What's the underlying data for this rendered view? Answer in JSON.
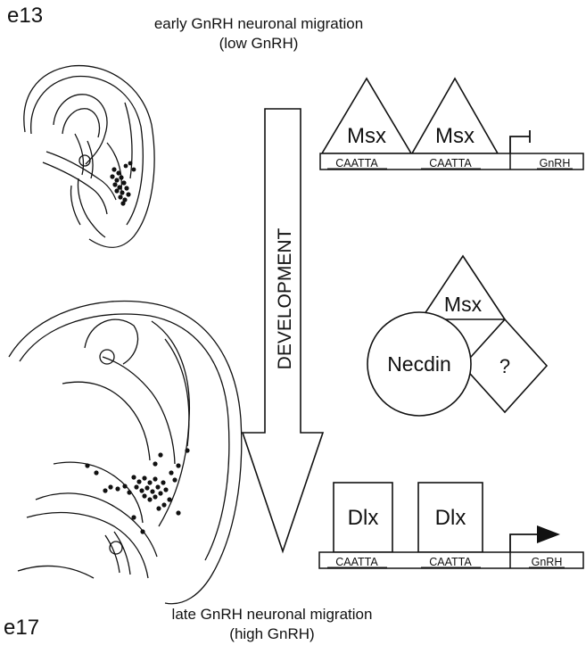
{
  "top": {
    "stage": "e13",
    "caption_line1": "early GnRH neuronal migration",
    "caption_line2": "(low GnRH)"
  },
  "bottom": {
    "stage": "e17",
    "caption_line1": "late GnRH neuronal migration",
    "caption_line2": "(high GnRH)"
  },
  "arrow": {
    "label": "DEVELOPMENT"
  },
  "early_promoter": {
    "factor_1": "Msx",
    "factor_2": "Msx",
    "site_1": "CAATTA",
    "site_2": "CAATTA",
    "gene": "GnRH"
  },
  "complex": {
    "msx": "Msx",
    "necdin": "Necdin",
    "unknown": "?"
  },
  "late_promoter": {
    "factor_1": "Dlx",
    "factor_2": "Dlx",
    "site_1": "CAATTA",
    "site_2": "CAATTA",
    "gene": "GnRH"
  }
}
